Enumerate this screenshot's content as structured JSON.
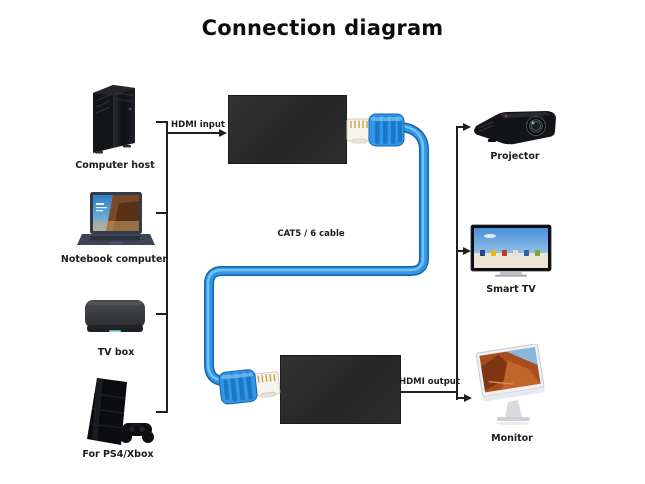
{
  "title": "Connection diagram",
  "connections": {
    "hdmi_input_label": "HDMI input",
    "hdmi_output_label": "HDMI output",
    "cable_label": "CAT5 / 6 cable"
  },
  "source_devices": [
    {
      "name": "Computer host"
    },
    {
      "name": "Notebook computer"
    },
    {
      "name": "TV box"
    },
    {
      "name": "For PS4/Xbox"
    }
  ],
  "output_devices": [
    {
      "name": "Projector"
    },
    {
      "name": "Smart TV"
    },
    {
      "name": "Monitor"
    }
  ],
  "colors": {
    "cable_blue": "#2f96e8",
    "extender_box": "#2c2c2c",
    "connector_line": "#1f1f1f",
    "background": "#ffffff"
  }
}
